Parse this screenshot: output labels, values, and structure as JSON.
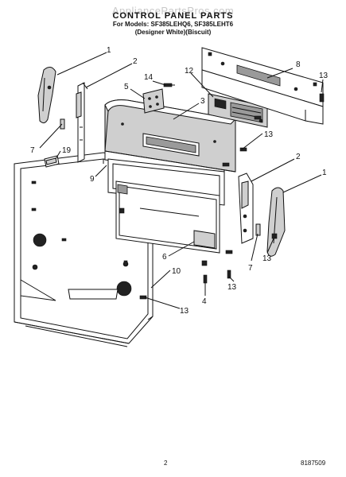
{
  "header": {
    "watermark": "AppliancePartsPros.com",
    "title": "CONTROL PANEL PARTS",
    "models": "For Models: SF385LEHQ6, SF385LEHT6",
    "variant": "(Designer White)(Biscuit)"
  },
  "callouts": [
    {
      "id": "c1-left",
      "label": "1"
    },
    {
      "id": "c2-left",
      "label": "2"
    },
    {
      "id": "c5",
      "label": "5"
    },
    {
      "id": "c14",
      "label": "14"
    },
    {
      "id": "c12",
      "label": "12"
    },
    {
      "id": "c8",
      "label": "8"
    },
    {
      "id": "c13-top",
      "label": "13"
    },
    {
      "id": "c3",
      "label": "3"
    },
    {
      "id": "c7-left",
      "label": "7"
    },
    {
      "id": "c19",
      "label": "19"
    },
    {
      "id": "c13-mid",
      "label": "13"
    },
    {
      "id": "c9",
      "label": "9"
    },
    {
      "id": "c2-right",
      "label": "2"
    },
    {
      "id": "c1-right",
      "label": "1"
    },
    {
      "id": "c6",
      "label": "6"
    },
    {
      "id": "c7-right",
      "label": "7"
    },
    {
      "id": "c13-right",
      "label": "13"
    },
    {
      "id": "c10",
      "label": "10"
    },
    {
      "id": "c13-low",
      "label": "13"
    },
    {
      "id": "c4",
      "label": "4"
    },
    {
      "id": "c13-bottom",
      "label": "13"
    }
  ],
  "footer": {
    "page_number": "2",
    "doc_code": "8187509"
  }
}
